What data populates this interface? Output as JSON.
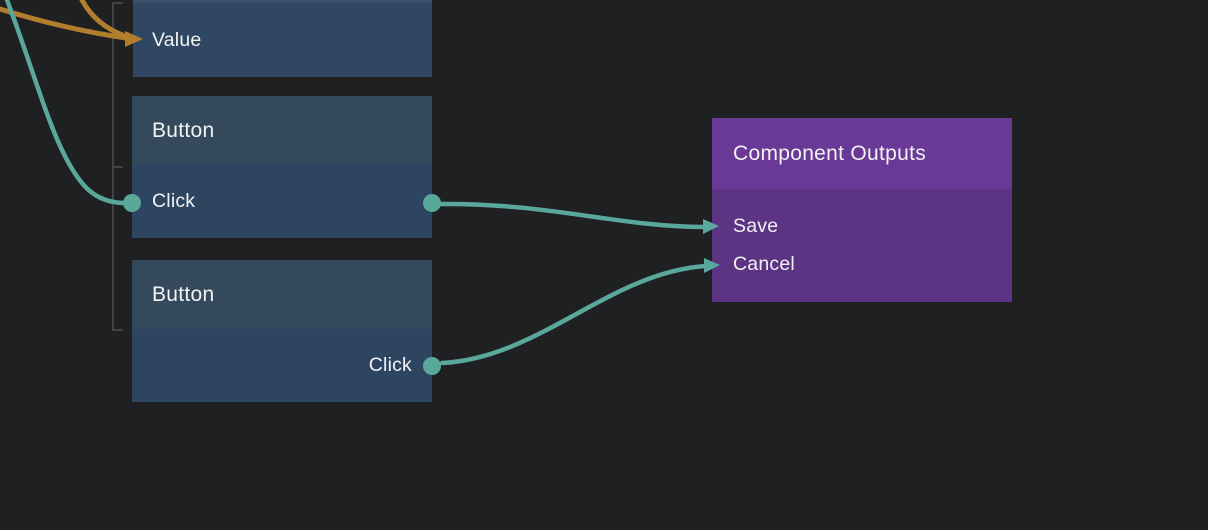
{
  "canvas": {
    "background": "#1f2021",
    "description": "visual-programming node graph editor canvas"
  },
  "colors": {
    "node_header_blue": "#35495c",
    "node_body_blue": "#2d4560",
    "value_row_blue": "#2f4763",
    "node_header_purple": "#6a3897",
    "node_body_purple": "#5d3484",
    "connection_teal": "#5aa79c",
    "connection_orange": "#b07e2d",
    "hierarchy_line_gray": "#4d4d4d",
    "text": "#f2f2f2"
  },
  "nodes": {
    "value_node": {
      "port_label": "Value"
    },
    "button_node_1": {
      "title": "Button",
      "port_label": "Click"
    },
    "button_node_2": {
      "title": "Button",
      "port_label": "Click"
    },
    "component_outputs_node": {
      "title": "Component Outputs",
      "ports": [
        {
          "label": "Save"
        },
        {
          "label": "Cancel"
        }
      ]
    }
  },
  "connections": [
    {
      "from": "offscreen-left",
      "to": "Value port",
      "color": "#b07e2d",
      "style": "arrow"
    },
    {
      "from": "offscreen-top-left",
      "to": "Button 1 Click input port",
      "color": "#5aa79c",
      "style": "dot"
    },
    {
      "from": "Button 1 Click output port",
      "to": "Component Outputs Save",
      "color": "#5aa79c",
      "style": "arrow"
    },
    {
      "from": "Button 2 Click output port",
      "to": "Component Outputs Cancel",
      "color": "#5aa79c",
      "style": "arrow"
    }
  ]
}
